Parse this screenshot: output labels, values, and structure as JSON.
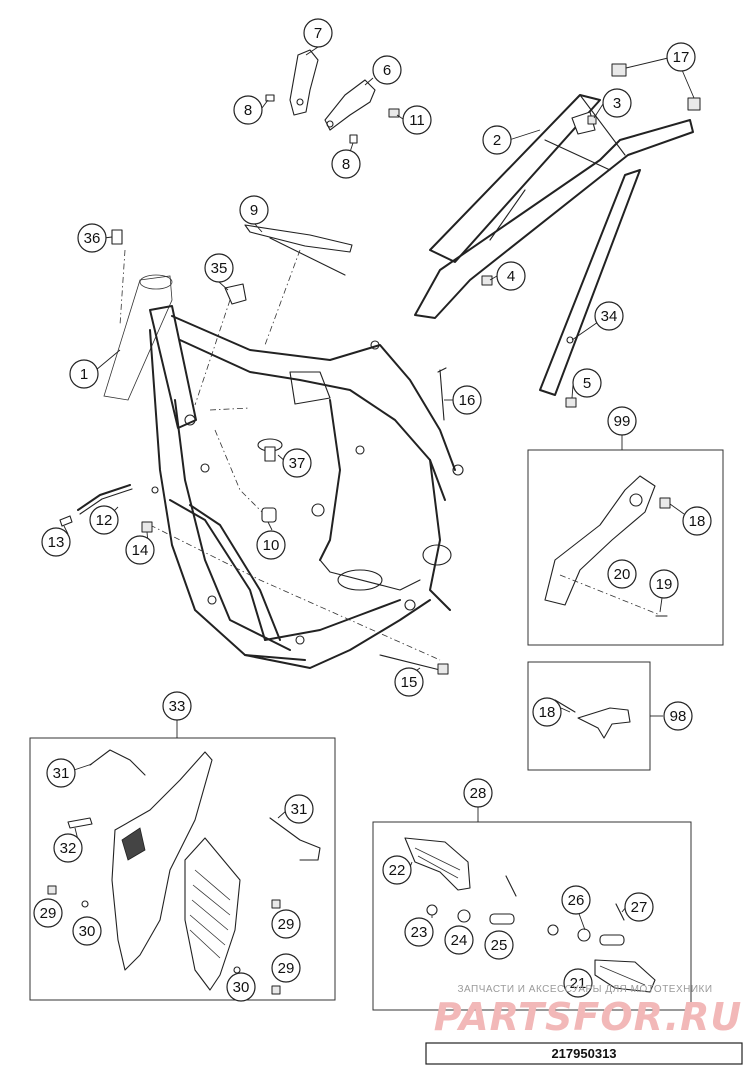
{
  "drawing_number": "217950313",
  "watermark": {
    "top_text": "ЗАПЧАСТИ И АКСЕССУАРЫ ДЛЯ МОТОТЕХНИКИ",
    "logo_text": "PARTSFOR.RU"
  },
  "groups": {
    "g99": "99",
    "g98": "98",
    "g33": "33",
    "g28": "28"
  },
  "callouts": {
    "c1": "1",
    "c2": "2",
    "c3": "3",
    "c4": "4",
    "c5": "5",
    "c6": "6",
    "c7": "7",
    "c8a": "8",
    "c8b": "8",
    "c9": "9",
    "c10": "10",
    "c11": "11",
    "c12": "12",
    "c13": "13",
    "c14": "14",
    "c15": "15",
    "c16": "16",
    "c17": "17",
    "c18a": "18",
    "c18b": "18",
    "c19": "19",
    "c20": "20",
    "c21": "21",
    "c22": "22",
    "c23": "23",
    "c24": "24",
    "c25": "25",
    "c26": "26",
    "c27": "27",
    "c29a": "29",
    "c29b": "29",
    "c29c": "29",
    "c30a": "30",
    "c30b": "30",
    "c31a": "31",
    "c31b": "31",
    "c32": "32",
    "c34": "34",
    "c35": "35",
    "c36": "36",
    "c37": "37"
  }
}
